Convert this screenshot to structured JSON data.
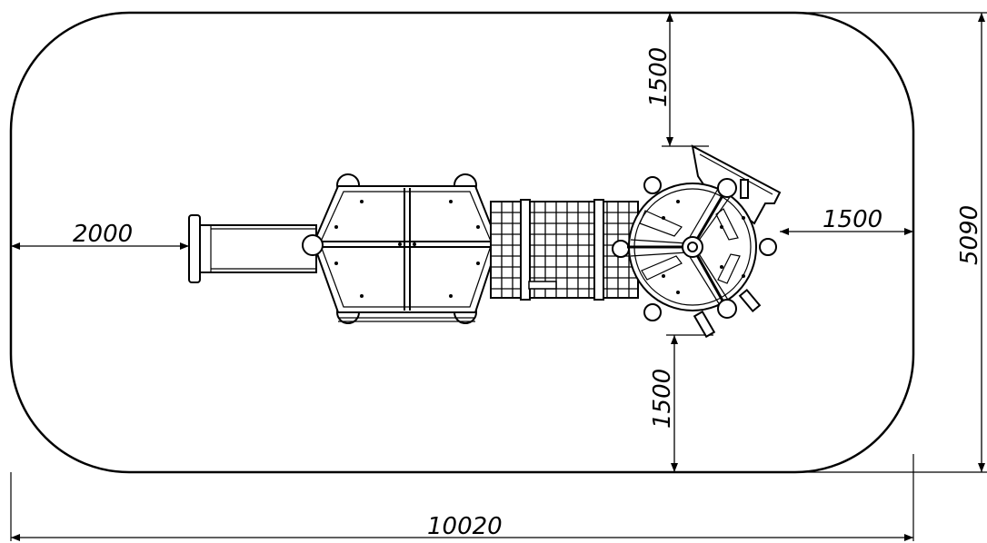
{
  "colors": {
    "line": "#000000",
    "background": "#ffffff",
    "fill": "#ffffff"
  },
  "dimensions": {
    "total_length": "10020",
    "total_width": "5090",
    "left_clearance": "2000",
    "right_clearance": "1500",
    "top_clearance": "1500",
    "bottom_clearance": "1500"
  }
}
